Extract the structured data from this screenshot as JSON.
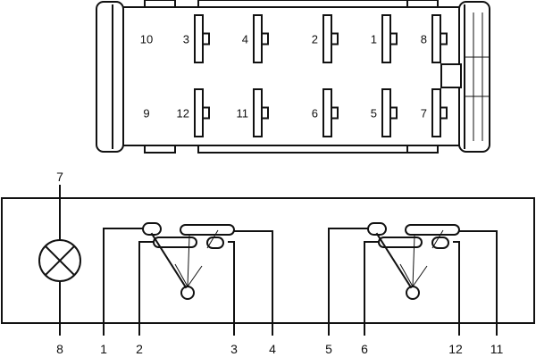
{
  "connector": {
    "top_row": [
      {
        "label": "10",
        "has_pin": false
      },
      {
        "label": "3",
        "has_pin": true
      },
      {
        "label": "4",
        "has_pin": true
      },
      {
        "label": "2",
        "has_pin": true
      },
      {
        "label": "1",
        "has_pin": true
      },
      {
        "label": "8",
        "has_pin": true
      }
    ],
    "bottom_row": [
      {
        "label": "9",
        "has_pin": false
      },
      {
        "label": "12",
        "has_pin": true
      },
      {
        "label": "11",
        "has_pin": true
      },
      {
        "label": "6",
        "has_pin": true
      },
      {
        "label": "5",
        "has_pin": true
      },
      {
        "label": "7",
        "has_pin": true
      }
    ]
  },
  "schematic": {
    "lamp_terminal_top": "7",
    "terminals": [
      "8",
      "1",
      "2",
      "3",
      "4",
      "5",
      "6",
      "12",
      "11"
    ]
  },
  "colors": {
    "line": "#111111",
    "background": "#ffffff"
  }
}
